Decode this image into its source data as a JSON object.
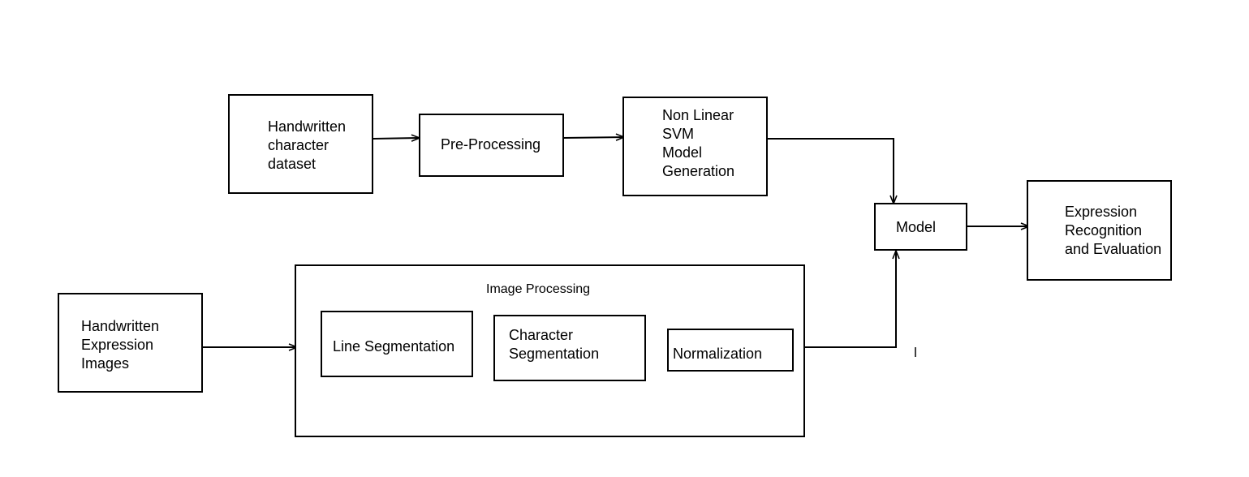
{
  "diagram": {
    "nodes": {
      "dataset": {
        "label": "Handwritten\ncharacter\ndataset"
      },
      "preprocessing": {
        "label": "Pre-Processing"
      },
      "svm": {
        "label": "Non Linear\nSVM\nModel\nGeneration"
      },
      "model": {
        "label": "Model"
      },
      "evaluation": {
        "label": "Expression\nRecognition\nand Evaluation"
      },
      "input_images": {
        "label": "Handwritten\nExpression\nImages"
      },
      "image_processing": {
        "label": "Image Processing",
        "steps": {
          "line_segmentation": {
            "label": "Line Segmentation"
          },
          "character_segmentation": {
            "label": "Character\nSegmentation"
          },
          "normalization": {
            "label": "Normalization"
          }
        }
      }
    },
    "edges": [
      {
        "from": "dataset",
        "to": "preprocessing"
      },
      {
        "from": "preprocessing",
        "to": "svm"
      },
      {
        "from": "svm",
        "to": "model"
      },
      {
        "from": "model",
        "to": "evaluation"
      },
      {
        "from": "input_images",
        "to": "image_processing"
      },
      {
        "from": "image_processing",
        "to": "model"
      }
    ]
  }
}
